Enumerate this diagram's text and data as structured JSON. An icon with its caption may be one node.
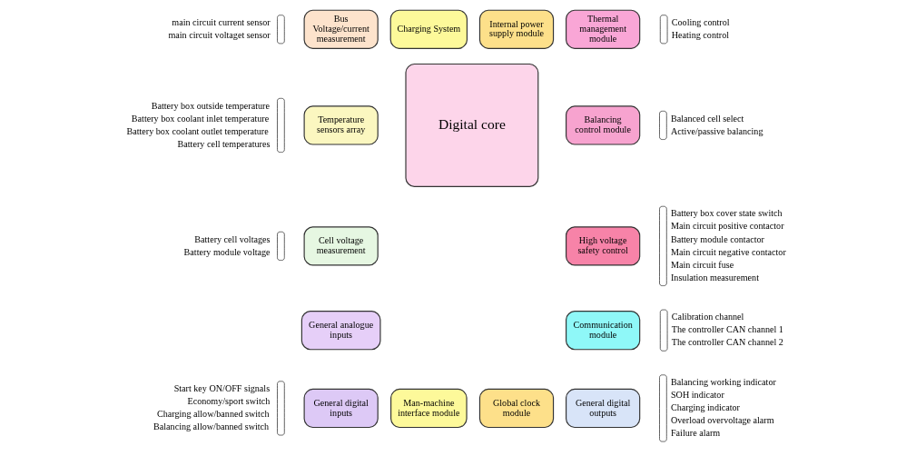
{
  "diagram": {
    "nodes": [
      {
        "text": [
          "Bus Voltage/current measurement"
        ],
        "beside": [
          "main circuit current sensor",
          "main circuit voltaget sensor"
        ]
      },
      {
        "text": [
          "Charging System"
        ]
      },
      {
        "text": [
          "Internal power supply module"
        ]
      },
      {
        "text": [
          "Thermal management module"
        ],
        "beside": [
          "Cooling control",
          "Heating control"
        ]
      },
      {
        "text": [
          "Temperature sensors array"
        ],
        "beside": [
          "Battery box outside temperature",
          "Battery box coolant inlet temperature",
          "Battery box coolant outlet temperature",
          "Battery cell temperatures"
        ]
      },
      {
        "text": [
          "Digital core"
        ]
      },
      {
        "text": [
          "Balancing control module"
        ],
        "beside": [
          "Balanced cell select",
          "Active/passive balancing"
        ]
      },
      {
        "text": [
          "Cell voltage measurement"
        ],
        "beside": [
          "Battery cell voltages",
          "Battery module voltage"
        ]
      },
      {
        "text": [
          "High voltage safety control"
        ],
        "beside": [
          "Battery box cover state switch",
          "Main circuit positive contactor",
          "Battery module contactor",
          "Main circuit negative contactor",
          "Main circuit fuse",
          "Insulation measurement"
        ]
      },
      {
        "text": [
          "General analogue inputs"
        ]
      },
      {
        "text": [
          "Communication module"
        ],
        "beside": [
          "Calibration channel",
          "The controller CAN channel 1",
          "The controller CAN channel 2"
        ]
      },
      {
        "text": [
          "General digital inputs"
        ],
        "beside": [
          "Start key ON/OFF signals",
          "Economy/sport switch",
          "Charging allow/banned switch",
          "Balancing allow/banned switch"
        ]
      },
      {
        "text": [
          "Man-machine interface module"
        ]
      },
      {
        "text": [
          "Global clock module"
        ]
      },
      {
        "text": [
          "General digital outputs"
        ],
        "beside": [
          "Balancing working indicator",
          "SOH indicator",
          "Charging indicator",
          "Overload overvoltage alarm",
          "Failure alarm"
        ]
      }
    ]
  }
}
